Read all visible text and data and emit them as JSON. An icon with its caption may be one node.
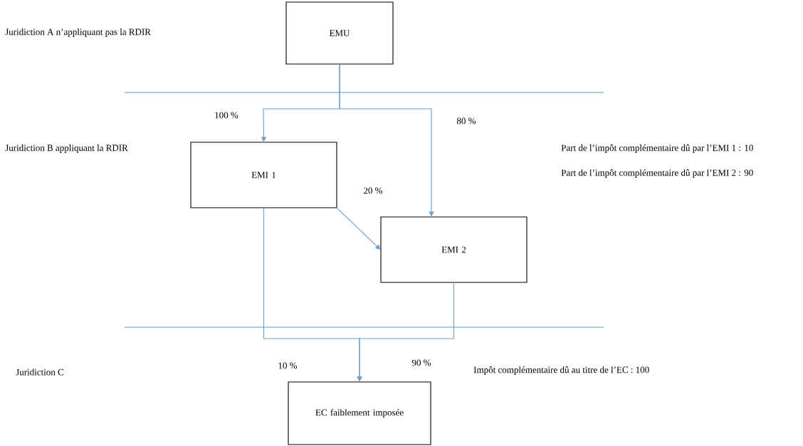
{
  "diagram": {
    "nodes": [
      {
        "text": [
          "EMU"
        ]
      },
      {
        "text": [
          "EMI 1"
        ]
      },
      {
        "text": [
          "EMI 2"
        ]
      },
      {
        "text": [
          "EC faiblement imposée"
        ]
      }
    ],
    "edges": [
      {
        "from": 0,
        "to": 1,
        "arrow": "to",
        "label": "100 %"
      },
      {
        "from": 0,
        "to": 2,
        "arrow": "to",
        "label": "80 %"
      },
      {
        "from": 1,
        "to": 2,
        "arrow": "to",
        "label": "20 %"
      },
      {
        "from": 1,
        "to": 3,
        "arrow": "to",
        "label": "10 %"
      },
      {
        "from": 2,
        "to": 3,
        "arrow": "to",
        "label": "90 %"
      }
    ],
    "labels": [
      "Juridiction A n’appliquant pas la RDIR",
      "Juridiction B appliquant la RDIR",
      "Part de l’impôt complémentaire dû par l’EMI 1 : 10",
      "Part de l’impôt complémentaire dû par l’EMI 2 : 90",
      "Juridiction C",
      "Impôt complémentaire dû au titre de l’EC : 100"
    ]
  }
}
